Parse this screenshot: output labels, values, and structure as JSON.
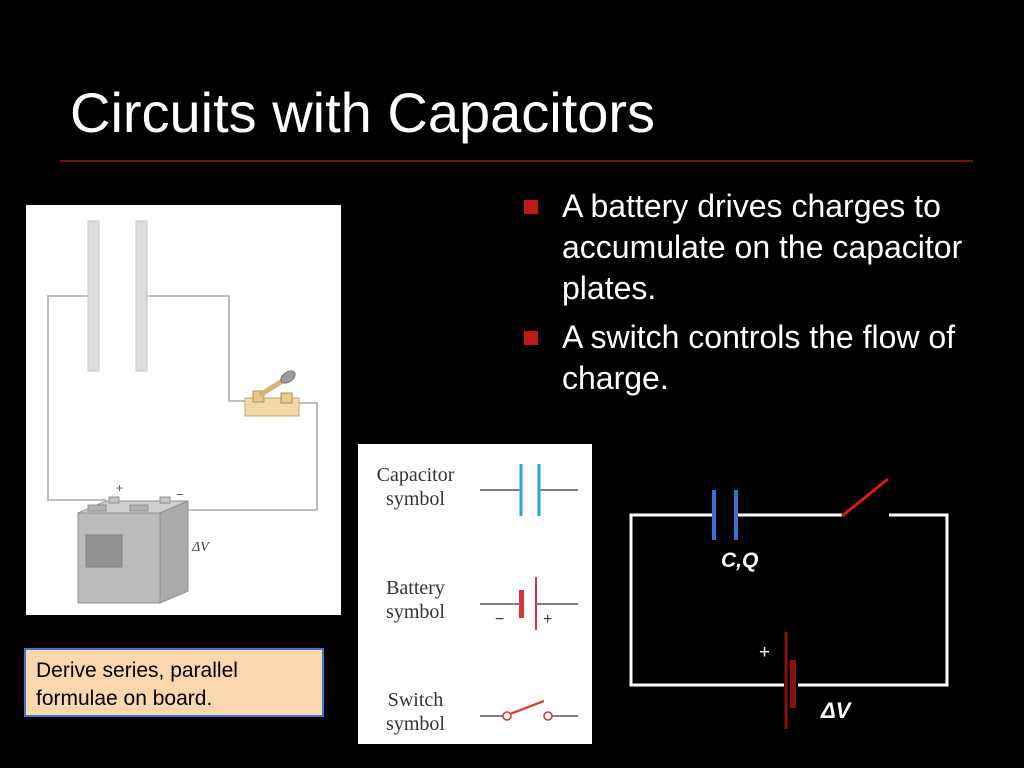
{
  "slide": {
    "title": "Circuits with Capacitors",
    "bullets": [
      "A battery drives charges to accumulate on the capacitor plates.",
      "A switch controls the flow of charge."
    ],
    "note": "Derive series, parallel formulae on board."
  },
  "battery_figure": {
    "plus_label": "+",
    "minus_label": "−",
    "voltage_label": "ΔV"
  },
  "symbols_legend": {
    "capacitor": {
      "label_line1": "Capacitor",
      "label_line2": "symbol"
    },
    "battery": {
      "label_line1": "Battery",
      "label_line2": "symbol",
      "minus": "−",
      "plus": "+"
    },
    "switch": {
      "label_line1": "Switch",
      "label_line2": "symbol"
    }
  },
  "circuit": {
    "capacitor_label": "C,Q",
    "plus_label": "+",
    "voltage_label": "ΔV"
  },
  "colors": {
    "background": "#000000",
    "bullet_marker": "#c01818",
    "title_rule": "#6e1212",
    "capacitor_blue": "#3b6fd6",
    "battery_red": "#8b1010",
    "switch_red": "#d81a1a",
    "note_fill": "#fbd7ae",
    "note_border": "#3f76c7"
  }
}
